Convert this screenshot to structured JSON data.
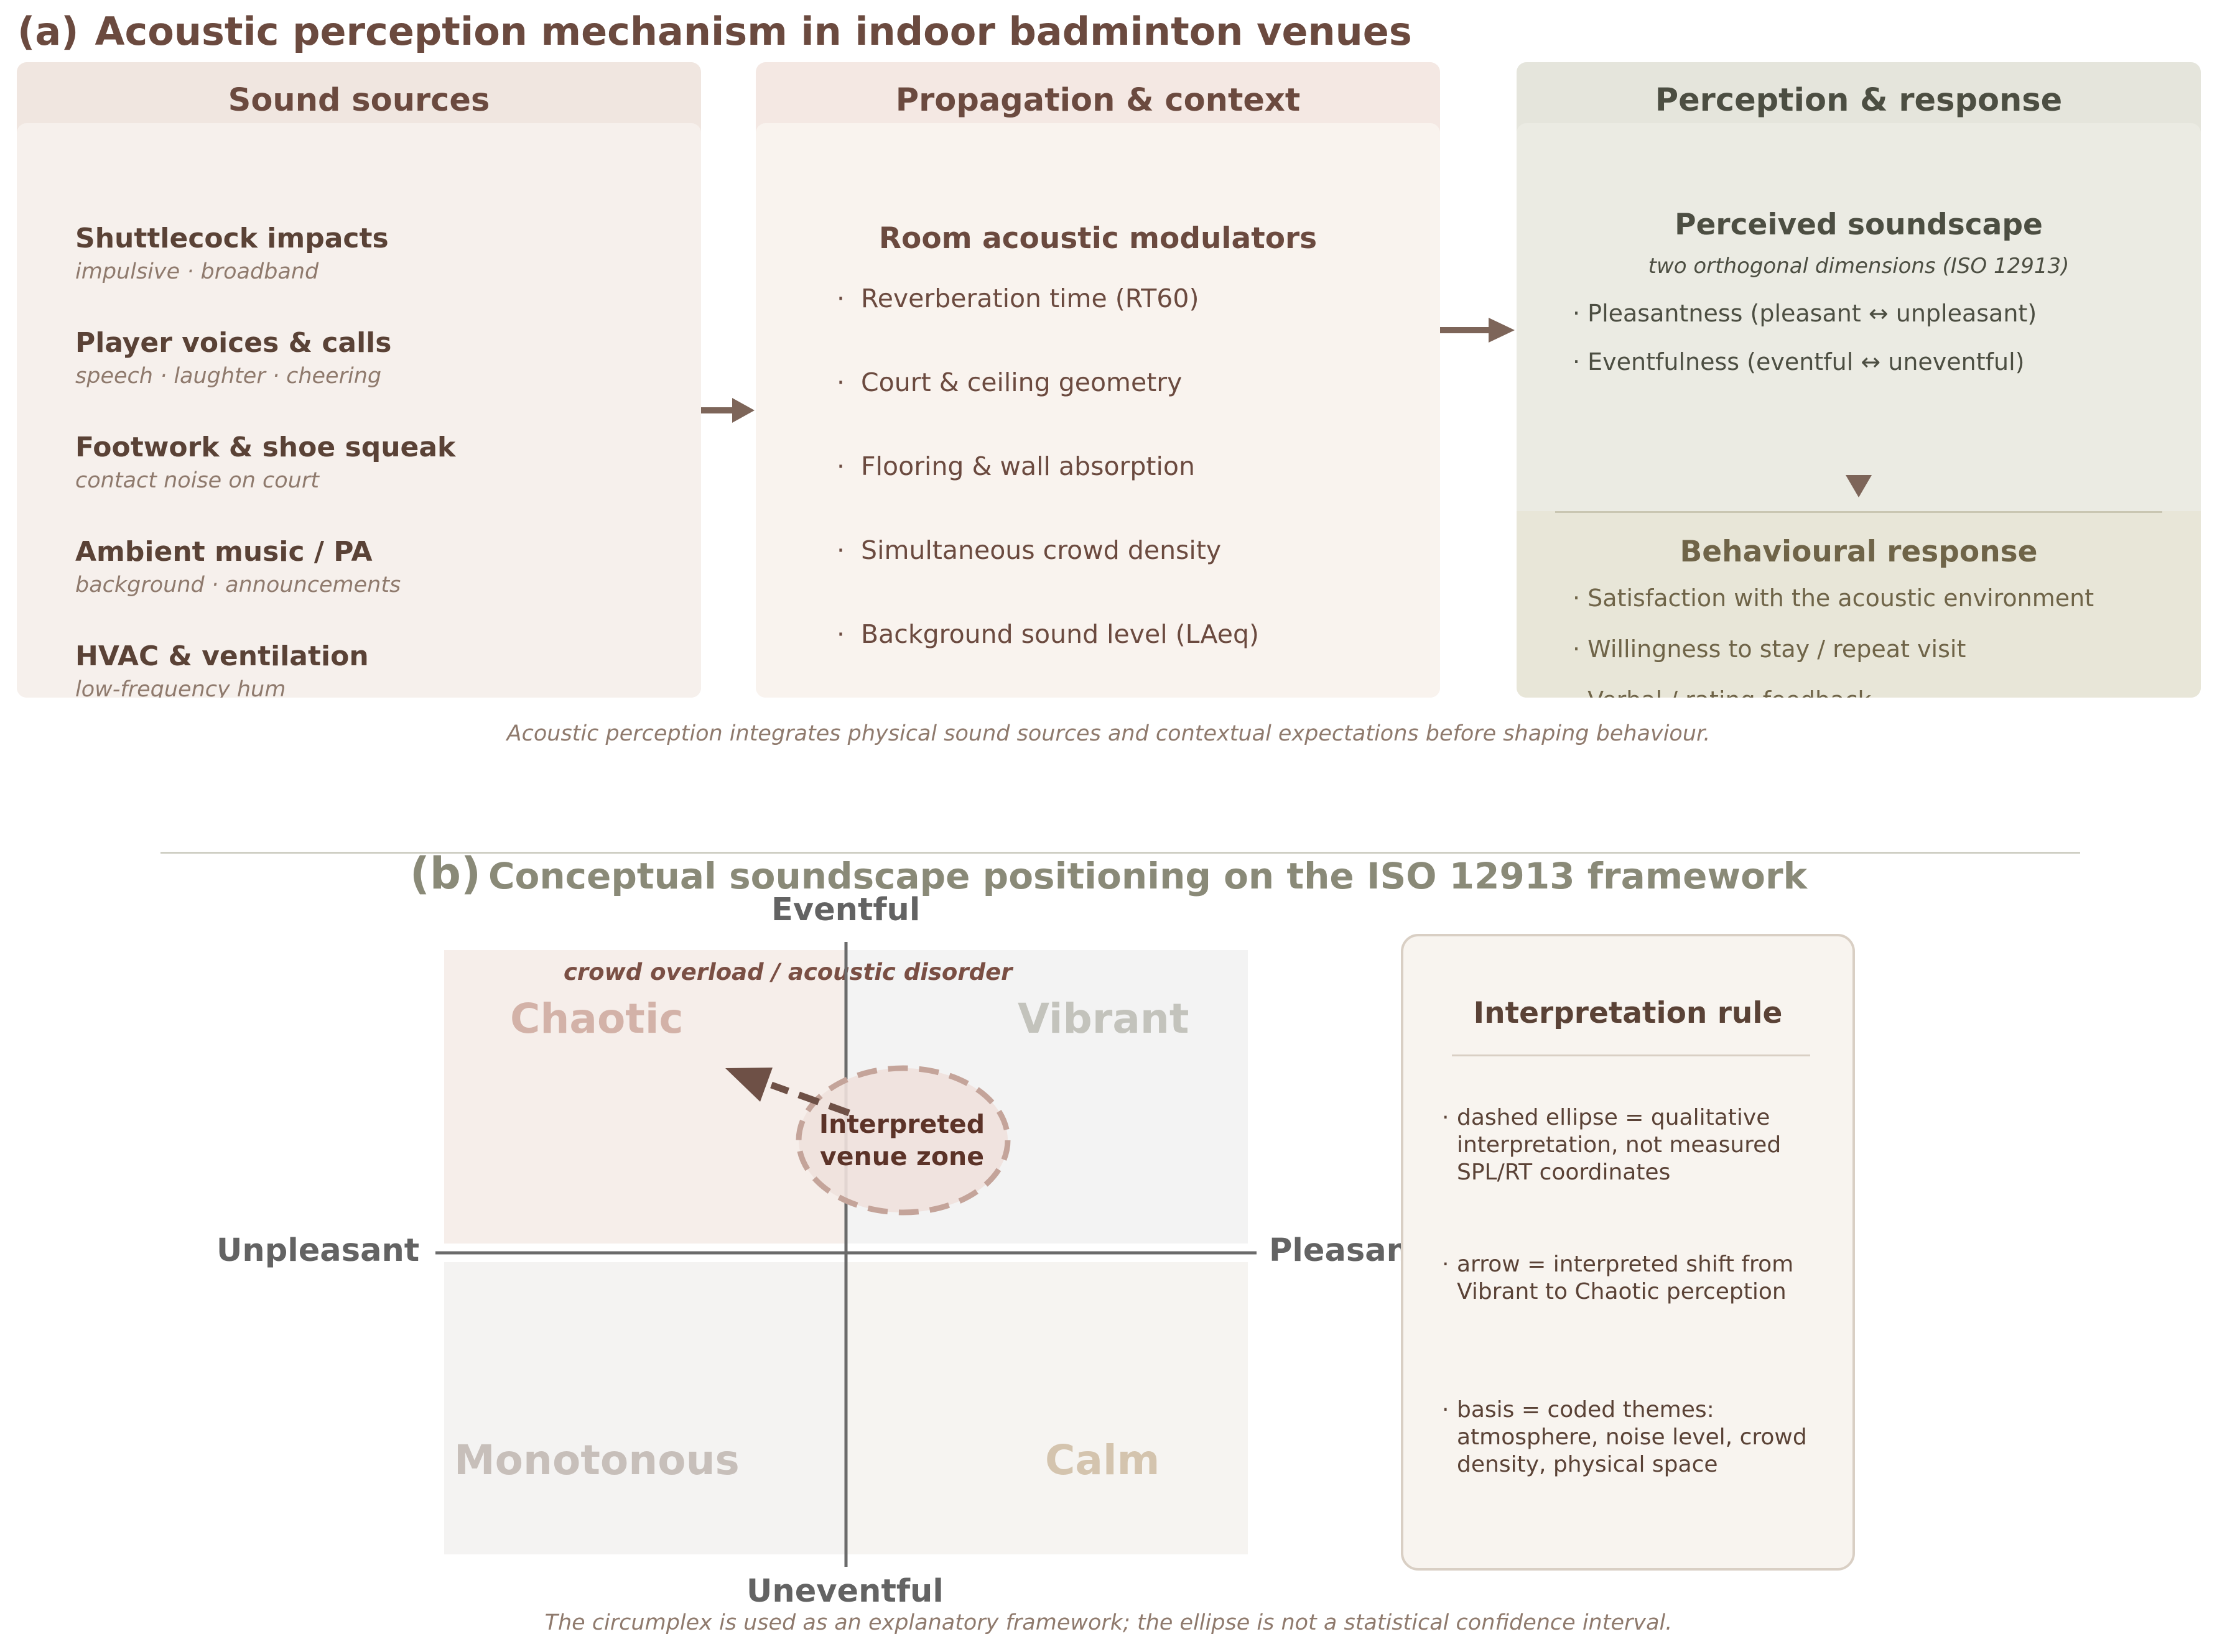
{
  "part_a": {
    "tag": "(a)",
    "title": "Acoustic perception mechanism in indoor badminton venues",
    "sources": {
      "header": "Sound sources",
      "items": [
        {
          "name": "Shuttlecock impacts",
          "desc": "impulsive · broadband"
        },
        {
          "name": "Player voices & calls",
          "desc": "speech · laughter · cheering"
        },
        {
          "name": "Footwork & shoe squeak",
          "desc": "contact noise on court"
        },
        {
          "name": "Ambient music / PA",
          "desc": "background · announcements"
        },
        {
          "name": "HVAC & ventilation",
          "desc": "low-frequency hum"
        }
      ]
    },
    "propagation": {
      "header": "Propagation & context",
      "subtitle": "Room acoustic modulators",
      "bullet": "·",
      "items": [
        "Reverberation time (RT60)",
        "Court & ceiling geometry",
        "Flooring & wall absorption",
        "Simultaneous crowd density",
        "Background sound level (LAeq)"
      ]
    },
    "perception": {
      "header": "Perception & response",
      "soundscape_title": "Perceived soundscape",
      "soundscape_subtitle": "two orthogonal dimensions (ISO 12913)",
      "soundscape_items": [
        "· Pleasantness (pleasant ↔ unpleasant)",
        "· Eventfulness (eventful ↔ uneventful)"
      ],
      "response_title": "Behavioural response",
      "response_items": [
        "· Satisfaction with the acoustic environment",
        "· Willingness to stay / repeat visit",
        "· Verbal / rating feedback"
      ]
    },
    "caption": "Acoustic perception integrates physical sound sources and contextual expectations before shaping behaviour."
  },
  "part_b": {
    "tag": "(b)",
    "title": "Conceptual soundscape positioning on the ISO 12913 framework",
    "axes": {
      "top": "Eventful",
      "bottom": "Uneventful",
      "left": "Unpleasant",
      "right": "Pleasant"
    },
    "quadrants": {
      "top_left": "Chaotic",
      "top_right": "Vibrant",
      "bottom_left": "Monotonous",
      "bottom_right": "Calm"
    },
    "annotation": "crowd overload / acoustic disorder",
    "zone_label_line1": "Interpreted",
    "zone_label_line2": "venue zone",
    "legend": {
      "title": "Interpretation rule",
      "items": [
        "dashed ellipse = qualitative interpretation, not measured SPL/RT coordinates",
        "arrow = interpreted shift from Vibrant to Chaotic perception",
        "basis = coded themes: atmosphere, noise level, crowd density, physical space"
      ]
    },
    "caption": "The circumplex is used as an explanatory framework; the ellipse is not a statistical confidence interval."
  },
  "colors": {
    "brown_text": "#6b4a3f",
    "arrow": "#7d6559",
    "ellipse_stroke": "#c4a49a",
    "ellipse_fill": "#efe1dd",
    "axis": "#6b6b6b"
  }
}
